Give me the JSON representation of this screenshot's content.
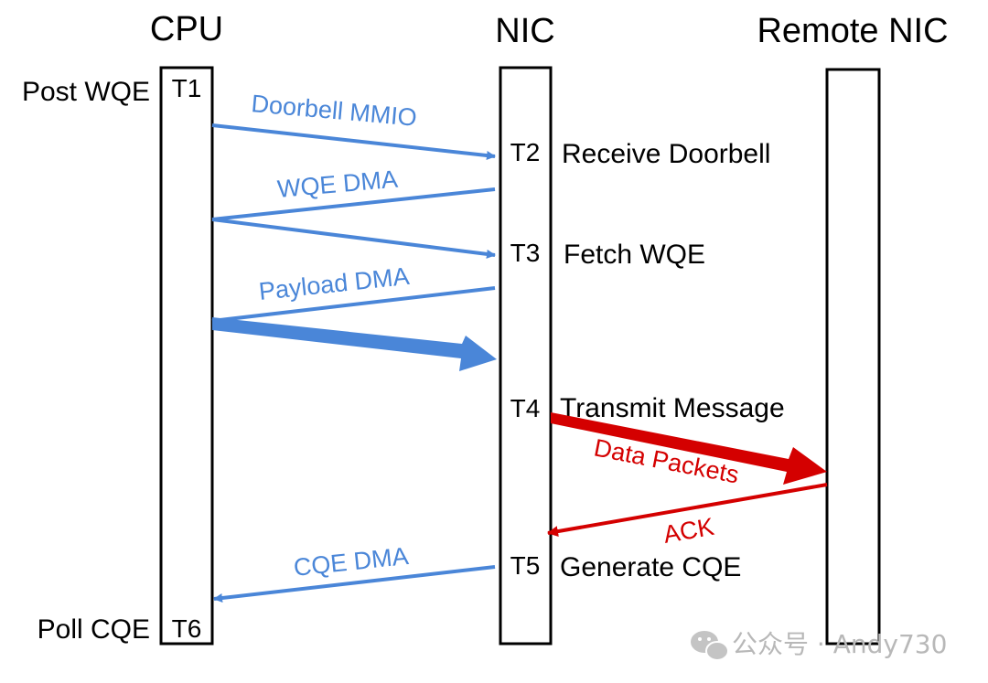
{
  "columns": {
    "cpu": "CPU",
    "nic": "NIC",
    "remote": "Remote NIC"
  },
  "cpu_events": {
    "post": "Post WQE",
    "poll": "Poll CQE"
  },
  "times": {
    "t1": "T1",
    "t2": "T2",
    "t3": "T3",
    "t4": "T4",
    "t5": "T5",
    "t6": "T6"
  },
  "nic_events": {
    "receive": "Receive Doorbell",
    "fetch": "Fetch WQE",
    "transmit": "Transmit Message",
    "generate": "Generate CQE"
  },
  "messages": {
    "doorbell": "Doorbell MMIO",
    "wqe_dma": "WQE DMA",
    "payload_dma": "Payload DMA",
    "data_packets": "Data Packets",
    "ack": "ACK",
    "cqe_dma": "CQE DMA"
  },
  "watermark": {
    "text": "公众号 · Andy730"
  },
  "colors": {
    "blue": "#4a86d8",
    "red": "#d40000"
  }
}
